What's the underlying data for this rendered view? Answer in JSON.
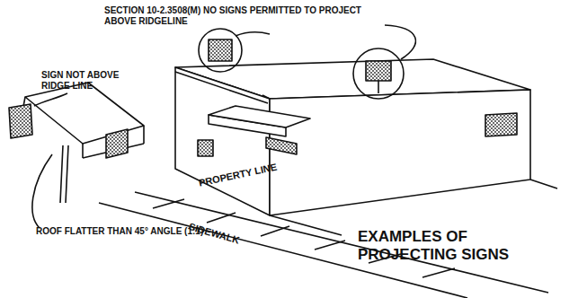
{
  "diagram": {
    "title": "EXAMPLES OF PROJECTING SIGNS",
    "labels": [
      "SECTION 10-2.3508(M) NO SIGNS PERMITTED TO PROJECT ABOVE RIDGELINE",
      "SIGN NOT ABOVE RIDGE LINE",
      "ROOF FLATTER THAN 45° ANGLE (1:1)",
      "PROPERTY LINE",
      "SIDEWALK"
    ]
  }
}
